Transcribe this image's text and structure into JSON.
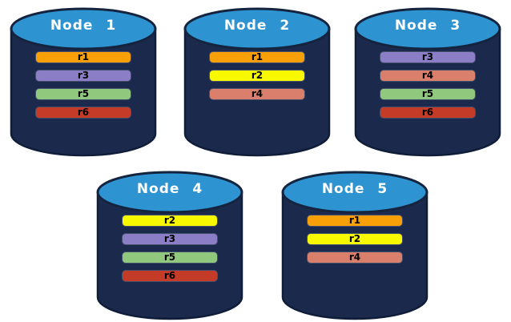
{
  "palette": {
    "background": "#ffffff",
    "cylinder_body": "#1b2a4c",
    "cylinder_outline": "#0f1d38",
    "cylinder_top": "#2e93d1",
    "cylinder_top_outline": "#14243f",
    "node_label_color": "#ffffff",
    "replica_label_color": "#000000"
  },
  "replica_colors": {
    "r1": "#f9a008",
    "r2": "#f8f800",
    "r3": "#8c7ec6",
    "r4": "#d97f6c",
    "r5": "#90c87e",
    "r6": "#c43b27"
  },
  "nodes": [
    {
      "label": "Node 1",
      "replicas": [
        {
          "label": "r1",
          "color": "#f9a008"
        },
        {
          "label": "r3",
          "color": "#8c7ec6"
        },
        {
          "label": "r5",
          "color": "#90c87e"
        },
        {
          "label": "r6",
          "color": "#c43b27"
        }
      ]
    },
    {
      "label": "Node 2",
      "replicas": [
        {
          "label": "r1",
          "color": "#f9a008"
        },
        {
          "label": "r2",
          "color": "#f8f800"
        },
        {
          "label": "r4",
          "color": "#d97f6c"
        }
      ]
    },
    {
      "label": "Node 3",
      "replicas": [
        {
          "label": "r3",
          "color": "#8c7ec6"
        },
        {
          "label": "r4",
          "color": "#d97f6c"
        },
        {
          "label": "r5",
          "color": "#90c87e"
        },
        {
          "label": "r6",
          "color": "#c43b27"
        }
      ]
    },
    {
      "label": "Node 4",
      "replicas": [
        {
          "label": "r2",
          "color": "#f8f800"
        },
        {
          "label": "r3",
          "color": "#8c7ec6"
        },
        {
          "label": "r5",
          "color": "#90c87e"
        },
        {
          "label": "r6",
          "color": "#c43b27"
        }
      ]
    },
    {
      "label": "Node 5",
      "replicas": [
        {
          "label": "r1",
          "color": "#f9a008"
        },
        {
          "label": "r2",
          "color": "#f8f800"
        },
        {
          "label": "r4",
          "color": "#d97f6c"
        }
      ]
    }
  ]
}
